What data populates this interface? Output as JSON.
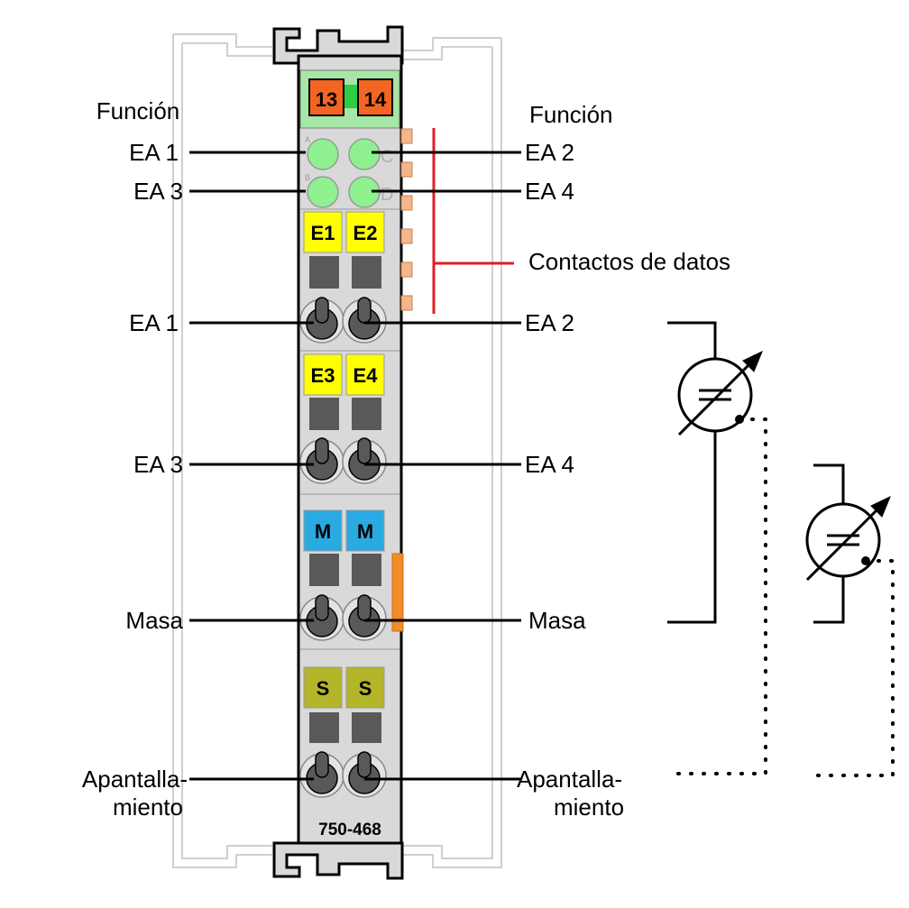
{
  "module": {
    "model": "750-468",
    "power_contacts": [
      "13",
      "14"
    ],
    "led_letters": [
      "A",
      "C",
      "B",
      "D"
    ]
  },
  "terminal_tags": [
    "E1",
    "E2",
    "E3",
    "E4",
    "M",
    "M",
    "S",
    "S"
  ],
  "labels_left": {
    "funcion": "Función",
    "ea1_led": "EA 1",
    "ea3_led": "EA 3",
    "ea1": "EA 1",
    "ea3": "EA 3",
    "masa": "Masa",
    "apant_1": "Apantalla-",
    "apant_2": "miento"
  },
  "labels_right": {
    "funcion": "Función",
    "ea2_led": "EA 2",
    "ea4_led": "EA 4",
    "contactos": "Contactos de datos",
    "ea2": "EA 2",
    "ea4": "EA 4",
    "masa": "Masa",
    "apant_1": "Apantalla-",
    "apant_2": "miento"
  },
  "colors": {
    "module_body": "#d9d9d9",
    "green_header": "#a6e6a6",
    "orange_contact": "#f26522",
    "led_green": "#8ff08f",
    "tag_yellow": "#ffff00",
    "tag_blue": "#29abe2",
    "tag_olive": "#b5b52a",
    "data_contact": "#f7b58a",
    "red_line": "#e31e24"
  }
}
